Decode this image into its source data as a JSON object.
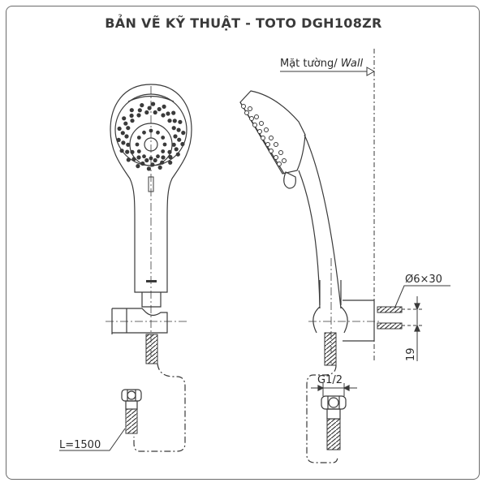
{
  "title": "BẢN VẼ KỸ THUẬT - TOTO DGH108ZR",
  "labels": {
    "wall_prefix": "Mặt tường/ ",
    "wall_suffix": "Wall",
    "anchor_size": "Ø6×30",
    "spacing": "19",
    "thread": "G1/2",
    "hose_length": "L=1500"
  },
  "views": [
    {
      "name": "front-view",
      "description": "Front view of hand shower with holder bracket and hose"
    },
    {
      "name": "side-view",
      "description": "Side view of hand shower mounted on wall bracket"
    }
  ],
  "colors": {
    "line": "#3a3a3a",
    "title": "#3a3a3a",
    "frame": "#6b6b6b"
  }
}
